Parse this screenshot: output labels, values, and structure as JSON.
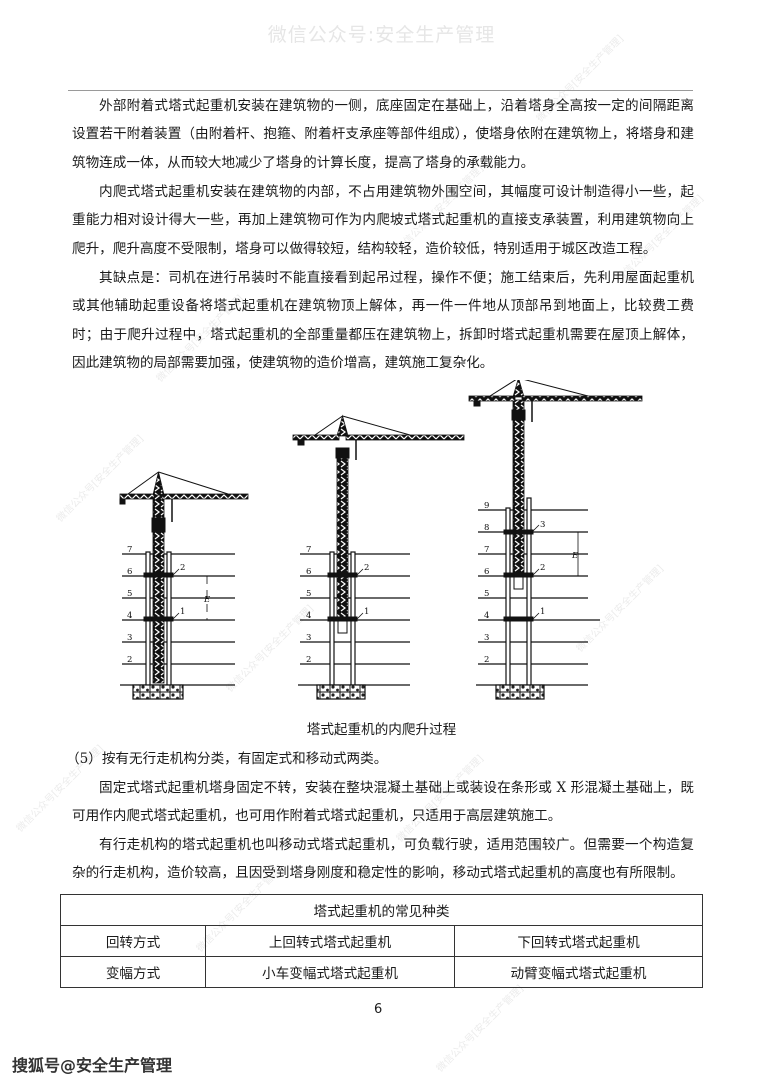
{
  "header": {
    "watermark": "微信公众号:安全生产管理"
  },
  "paragraphs": [
    "外部附着式塔式起重机安装在建筑物的一侧，底座固定在基础上，沿着塔身全高按一定的间隔距离设置若干附着装置（由附着杆、抱箍、附着杆支承座等部件组成），使塔身依附在建筑物上，将塔身和建筑物连成一体，从而较大地减少了塔身的计算长度，提高了塔身的承载能力。",
    "内爬式塔式起重机安装在建筑物的内部，不占用建筑物外围空间，其幅度可设计制造得小一些，起重能力相对设计得大一些，再加上建筑物可作为内爬坡式塔式起重机的直接支承装置，利用建筑物向上爬升，爬升高度不受限制，塔身可以做得较短，结构较轻，造价较低，特别适用于城区改造工程。",
    "其缺点是：司机在进行吊装时不能直接看到起吊过程，操作不便；施工结束后，先利用屋面起重机或其他辅助起重设备将塔式起重机在建筑物顶上解体，再一件一件地从顶部吊到地面上，比较费工费时；由于爬升过程中，塔式起重机的全部重量都压在建筑物上，拆卸时塔式起重机需要在屋顶上解体，因此建筑物的局部需要加强，使建筑物的造价增高，建筑施工复杂化。"
  ],
  "figure": {
    "caption": "塔式起重机的内爬升过程",
    "cranes": [
      {
        "floor_labels": [
          "7",
          "6",
          "5",
          "4",
          "3",
          "2"
        ],
        "part_labels": [
          "2",
          "1"
        ],
        "dimension_label": "E"
      },
      {
        "floor_labels": [
          "7",
          "6",
          "5",
          "4",
          "3",
          "2"
        ],
        "part_labels": [
          "2",
          "1"
        ]
      },
      {
        "floor_labels": [
          "9",
          "8",
          "7",
          "6",
          "5",
          "4",
          "3",
          "2"
        ],
        "part_labels": [
          "3",
          "2",
          "1"
        ],
        "dimension_label": "E"
      }
    ]
  },
  "section5": {
    "heading": "（5）按有无行走机构分类，有固定式和移动式两类。",
    "paragraphs": [
      "固定式塔式起重机塔身固定不转，安装在整块混凝土基础上或装设在条形或 X 形混凝土基础上，既可用作内爬式塔式起重机，也可用作附着式塔式起重机，只适用于高层建筑施工。",
      "有行走机构的塔式起重机也叫移动式塔式起重机，可负载行驶，适用范围较广。但需要一个构造复杂的行走机构，造价较高，且因受到塔身刚度和稳定性的影响，移动式塔式起重机的高度也有所限制。"
    ]
  },
  "table": {
    "title": "塔式起重机的常见种类",
    "rows": [
      [
        "回转方式",
        "上回转式塔式起重机",
        "下回转式塔式起重机"
      ],
      [
        "变幅方式",
        "小车变幅式塔式起重机",
        "动臂变幅式塔式起重机"
      ]
    ]
  },
  "footer": {
    "page_number": "6",
    "source_watermark": "搜狐号@安全生产管理"
  },
  "diagonal_watermark_text": "微信公众号[安全生产管理]"
}
